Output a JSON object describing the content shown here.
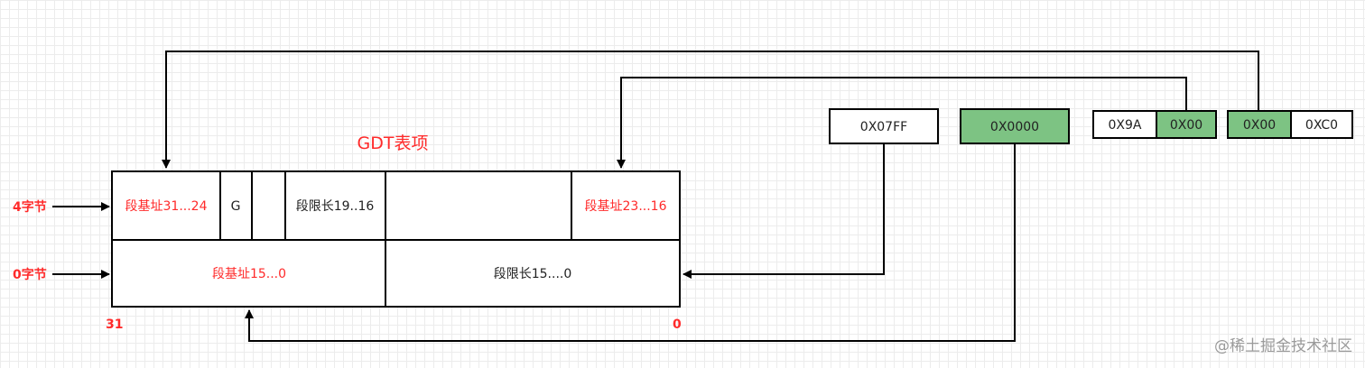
{
  "title": "GDT表项",
  "row_labels": {
    "top": "4字节",
    "bottom": "0字节"
  },
  "bit_labels": {
    "left": "31",
    "right": "0"
  },
  "top_row": {
    "base_31_24": "段基址31...24",
    "g_flag": "G",
    "limit_19_16": "段限长19..16",
    "base_23_16": "段基址23...16"
  },
  "bottom_row": {
    "base_15_0": "段基址15...0",
    "limit_15_0": "段限长15....0"
  },
  "values": {
    "limit": "0X07FF",
    "base_low": "0X0000",
    "access": "0X9A",
    "base_mid": "0X00",
    "base_high": "0X00",
    "flags": "0XC0"
  },
  "colors": {
    "highlight": "#7dc383",
    "accent": "#ff2a2a"
  },
  "watermark": "@稀土掘金技术社区"
}
